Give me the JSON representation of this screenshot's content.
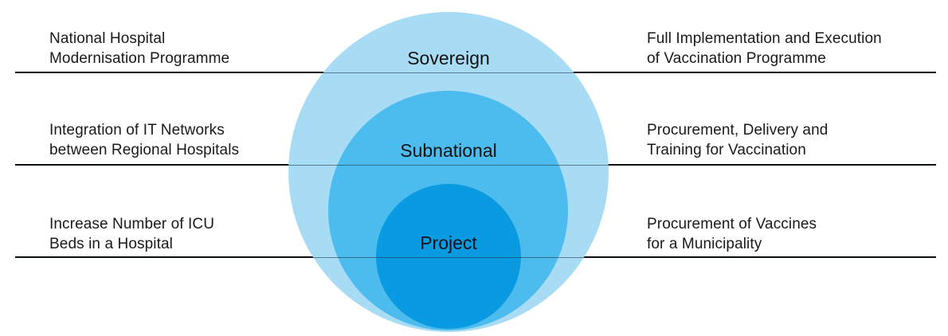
{
  "colors": {
    "sovereign_circle": "#a8dcf4",
    "subnational_circle": "#4cbcee",
    "project_circle": "#0a9ae1",
    "divider_line": "#000000",
    "text": "#1a1a1a"
  },
  "levels": [
    {
      "label": "Sovereign",
      "left_example": "National Hospital\nModernisation Programme",
      "right_example": "Full Implementation and Execution\nof Vaccination Programme"
    },
    {
      "label": "Subnational",
      "left_example": "Integration of IT Networks\nbetween Regional Hospitals",
      "right_example": "Procurement, Delivery and\nTraining for Vaccination"
    },
    {
      "label": "Project",
      "left_example": "Increase Number of ICU\nBeds in a Hospital",
      "right_example": "Procurement of Vaccines\nfor a Municipality"
    }
  ]
}
